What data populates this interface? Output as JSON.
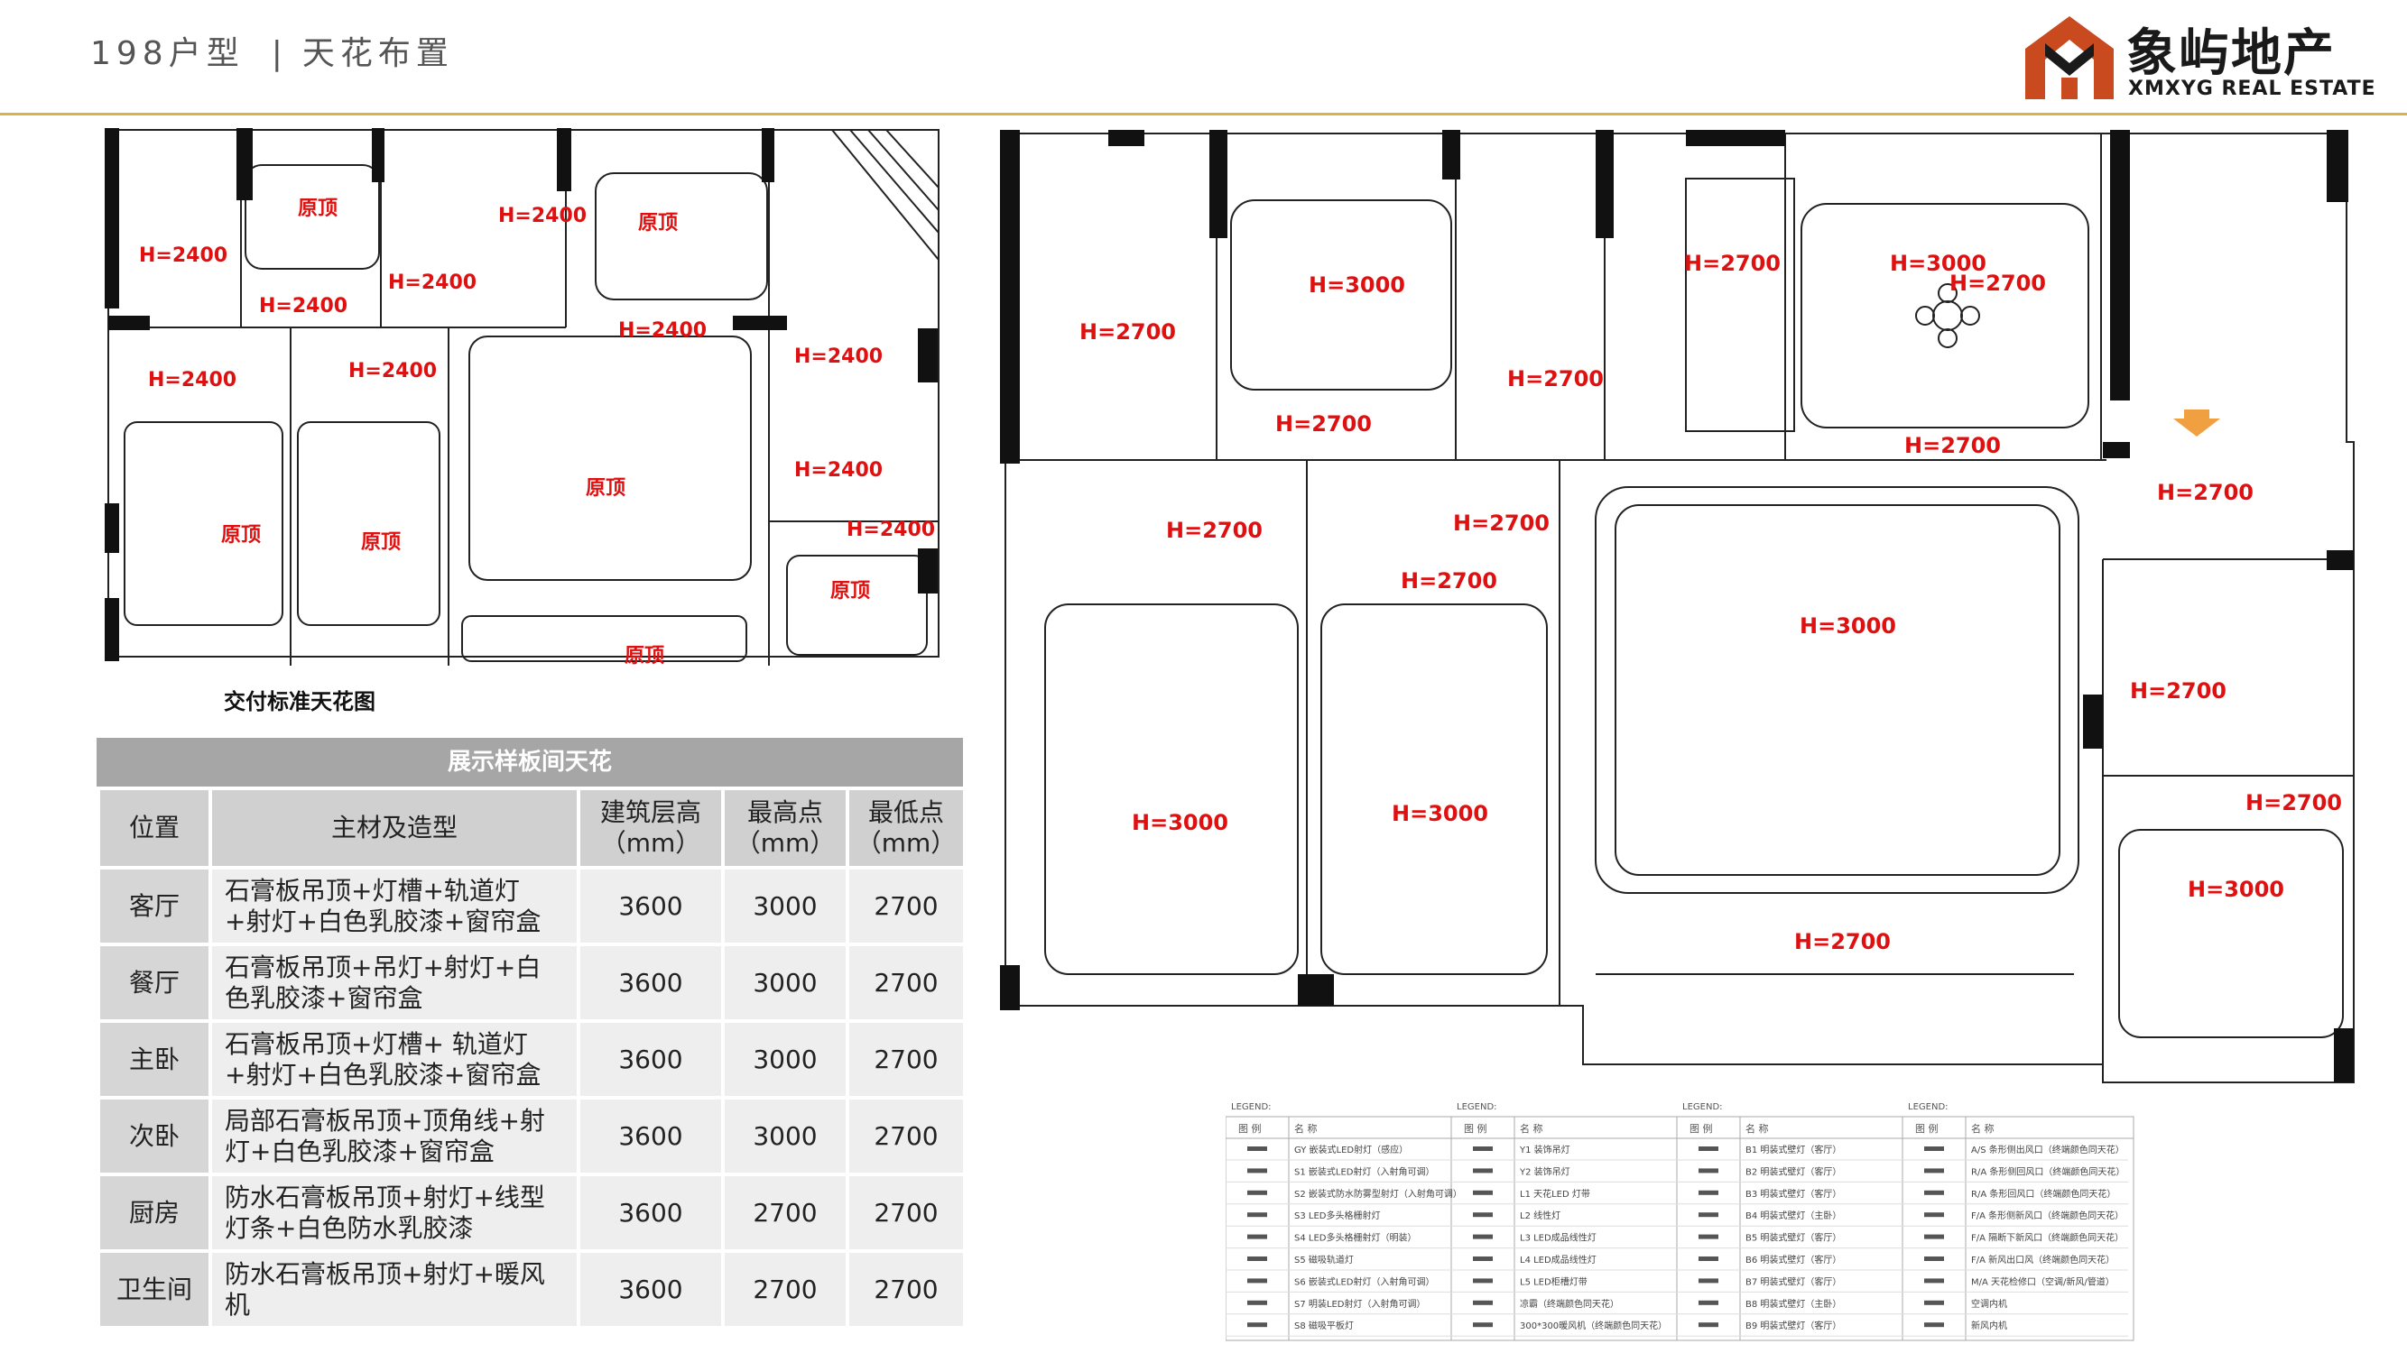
{
  "header": {
    "title_left": "198户型",
    "separator": "|",
    "title_right": "天花布置"
  },
  "logo": {
    "name_cn": "象屿地产",
    "name_en": "XMXYG REAL ESTATE",
    "colors": {
      "mark": "#c94a1f",
      "text": "#1a1a1a"
    }
  },
  "colors": {
    "accent_line": "#d9b24a",
    "label_red": "#e01010",
    "wall": "#111111"
  },
  "left_plan": {
    "labels": [
      "H=2400",
      "原顶",
      "H=2400",
      "H=2400",
      "H=2400",
      "原顶",
      "H=2400",
      "H=2400",
      "H=2400",
      "H=2400",
      "原顶",
      "原顶",
      "原顶",
      "H=2400",
      "H=2400",
      "原顶",
      "原顶"
    ],
    "caption": "交付标准天花图"
  },
  "right_plan": {
    "labels": [
      "H=2700",
      "H=3000",
      "H=2700",
      "H=3000",
      "H=2700",
      "H=2700",
      "H=2700",
      "H=2700",
      "H=2700",
      "H=2700",
      "H=2700",
      "H=3000",
      "H=2700",
      "H=3000",
      "H=3000",
      "H=2700",
      "H=2700",
      "H=3000",
      "H=2700"
    ]
  },
  "spec_table": {
    "heading": "展示样板间天花",
    "columns": [
      "位置",
      "主材及造型",
      "建筑层高（mm）",
      "最高点（mm）",
      "最低点（mm）"
    ],
    "rows": [
      {
        "location": "客厅",
        "material": "石膏板吊顶+灯槽+轨道灯+射灯+白色乳胶漆+窗帘盒",
        "floor_height": "3600",
        "highest": "3000",
        "lowest": "2700"
      },
      {
        "location": "餐厅",
        "material": "石膏板吊顶+吊灯+射灯+白色乳胶漆+窗帘盒",
        "floor_height": "3600",
        "highest": "3000",
        "lowest": "2700"
      },
      {
        "location": "主卧",
        "material": "石膏板吊顶+灯槽+ 轨道灯+射灯+白色乳胶漆+窗帘盒",
        "floor_height": "3600",
        "highest": "3000",
        "lowest": "2700"
      },
      {
        "location": "次卧",
        "material": "局部石膏板吊顶+顶角线+射灯+白色乳胶漆+窗帘盒",
        "floor_height": "3600",
        "highest": "3000",
        "lowest": "2700"
      },
      {
        "location": "厨房",
        "material": "防水石膏板吊顶+射灯+线型灯条+白色防水乳胶漆",
        "floor_height": "3600",
        "highest": "2700",
        "lowest": "2700"
      },
      {
        "location": "卫生间",
        "material": "防水石膏板吊顶+射灯+暖风机",
        "floor_height": "3600",
        "highest": "2700",
        "lowest": "2700"
      }
    ]
  },
  "legend": {
    "title": "LEGEND:",
    "header_symbol": "图 例",
    "header_name": "名 称",
    "groups": [
      {
        "codes": [
          "GY",
          "S1",
          "S2",
          "S3",
          "S4",
          "S5",
          "S6",
          "S7",
          "S8"
        ],
        "names": [
          "嵌装式LED射灯（感应）",
          "嵌装式LED射灯（入射角可调）",
          "嵌装式防水防雾型射灯（入射角可调）",
          "LED多头格栅射灯",
          "LED多头格栅射灯（明装）",
          "磁吸轨道灯",
          "嵌装式LED射灯（入射角可调）",
          "明装LED射灯（入射角可调）",
          "磁吸平板灯"
        ]
      },
      {
        "codes": [
          "Y1",
          "Y2",
          "L1",
          "L2",
          "L3",
          "L4",
          "L5",
          "",
          ""
        ],
        "names": [
          "装饰吊灯",
          "装饰吊灯",
          "天花LED 灯带",
          "线性灯",
          "LED成品线性灯",
          "LED成品线性灯",
          "LED柜槽灯带",
          "凉霸（终端颜色同天花）",
          "300*300暖风机（终端颜色同天花）"
        ]
      },
      {
        "codes": [
          "B1",
          "B2",
          "B3",
          "B4",
          "B5",
          "B6",
          "B7",
          "B8",
          "B9"
        ],
        "names": [
          "明装式壁灯（客厅）",
          "明装式壁灯（客厅）",
          "明装式壁灯（客厅）",
          "明装式壁灯（主卧）",
          "明装式壁灯（客厅）",
          "明装式壁灯（客厅）",
          "明装式壁灯（客厅）",
          "明装式壁灯（主卧）",
          "明装式壁灯（客厅）"
        ]
      },
      {
        "codes": [
          "A/S",
          "R/A",
          "R/A",
          "F/A",
          "F/A",
          "F/A",
          "M/A",
          "",
          ""
        ],
        "names": [
          "条形侧出风口（终端颜色同天花）",
          "条形侧回风口（终端颜色同天花）",
          "条形回风口（终端颜色同天花）",
          "条形侧新风口（终端颜色同天花）",
          "隔断下新风口（终端颜色同天花）",
          "新风出口风（终端颜色同天花）",
          "天花检修口（空调/新风/管道）",
          "空调内机",
          "新风内机"
        ]
      }
    ]
  }
}
